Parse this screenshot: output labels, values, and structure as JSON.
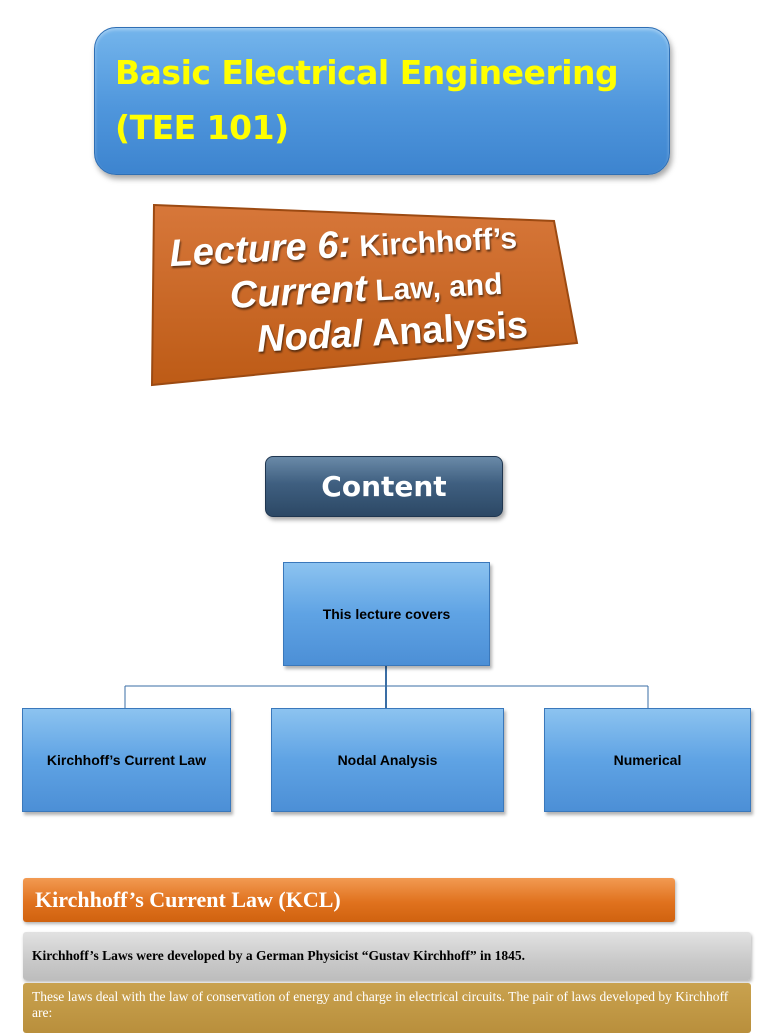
{
  "title": {
    "line1": "Basic Electrical Engineering",
    "line2": "(TEE 101)"
  },
  "lecture": {
    "line1_a": "Lecture 6:",
    "line1_b": " Kirchhoff’s",
    "line2_a": "Current",
    "line2_b": " Law, and",
    "line3_a": "Nodal",
    "line3_b": " Analysis"
  },
  "content_label": "Content",
  "hierarchy": {
    "root": "This lecture covers",
    "children": [
      "Kirchhoff’s Current Law",
      "Nodal Analysis",
      "Numerical"
    ]
  },
  "kcl": {
    "header": "Kirchhoff’s Current Law (KCL)",
    "intro": "Kirchhoff’s Laws were developed by a German Physicist “Gustav Kirchhoff” in 1845.",
    "body": "These laws deal with the law of conservation of energy and charge in electrical circuits. The pair of laws developed by Kirchhoff are:"
  },
  "colors": {
    "title_bg": "#4f96dc",
    "title_text": "#ffff00",
    "lecture_bg": "#c8651e",
    "content_bg": "#3f5f80",
    "node_bg": "#5fa3e4",
    "kcl_header_bg": "#e0721e",
    "gray_bar_bg": "#c9c9c9",
    "gold_bar_bg": "#b98f3c"
  }
}
